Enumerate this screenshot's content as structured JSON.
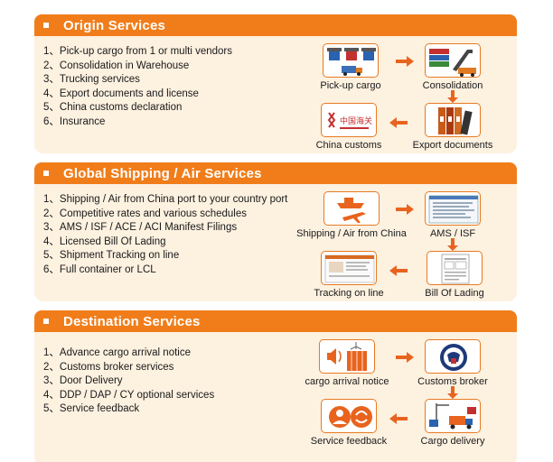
{
  "sections": [
    {
      "title": "Origin Services",
      "items": [
        "1、Pick-up cargo from 1 or multi vendors",
        "2、Consolidation in Warehouse",
        "3、Trucking services",
        "4、Export documents and license",
        "5、China customs declaration",
        "6、Insurance"
      ],
      "nodes": [
        "Pick-up cargo",
        "Consolidation",
        "Export documents",
        "China customs"
      ],
      "logo_text": "中国海关"
    },
    {
      "title": "Global Shipping / Air Services",
      "items": [
        "1、Shipping / Air from China port to your country port",
        "2、Competitive rates and various schedules",
        "3、AMS / ISF / ACE / ACI  Manifest Filings",
        "4、Licensed Bill Of Lading",
        "5、Shipment Tracking on line",
        "6、Full container or LCL"
      ],
      "nodes": [
        "Shipping / Air from China",
        "AMS / ISF",
        "Bill Of Lading",
        "Tracking on line"
      ]
    },
    {
      "title": "Destination Services",
      "items": [
        "1、Advance cargo arrival notice",
        "2、Customs broker services",
        "3、Door Delivery",
        "4、DDP / DAP / CY optional services",
        "5、Service feedback"
      ],
      "nodes": [
        "cargo arrival notice",
        "Customs broker",
        "Cargo delivery",
        "Service feedback"
      ]
    }
  ],
  "colors": {
    "accent": "#f07d1a",
    "panel": "#fdf1e0",
    "box_border": "#e77a22"
  }
}
